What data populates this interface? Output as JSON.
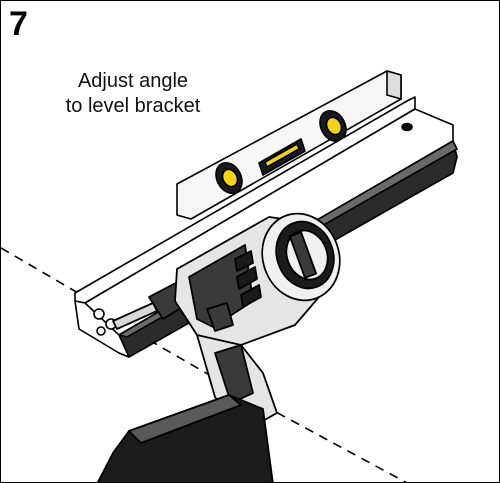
{
  "step": {
    "number": "7"
  },
  "caption": {
    "line1": "Adjust angle",
    "line2": "to level bracket"
  },
  "colors": {
    "outline": "#000000",
    "bracket": "#ffffff",
    "bracket_shadow": "#2b2b2b",
    "level_body": "#f4f4f4",
    "vial": "#f3d21a",
    "drill_body": "#e5e5e5",
    "drill_dark": "#3a3a3a",
    "battery": "#1c1c1c",
    "guide_line": "#000000"
  },
  "icons": {
    "level": "spirit-level-icon",
    "drill": "impact-driver-icon",
    "bracket": "wall-bracket-icon"
  }
}
